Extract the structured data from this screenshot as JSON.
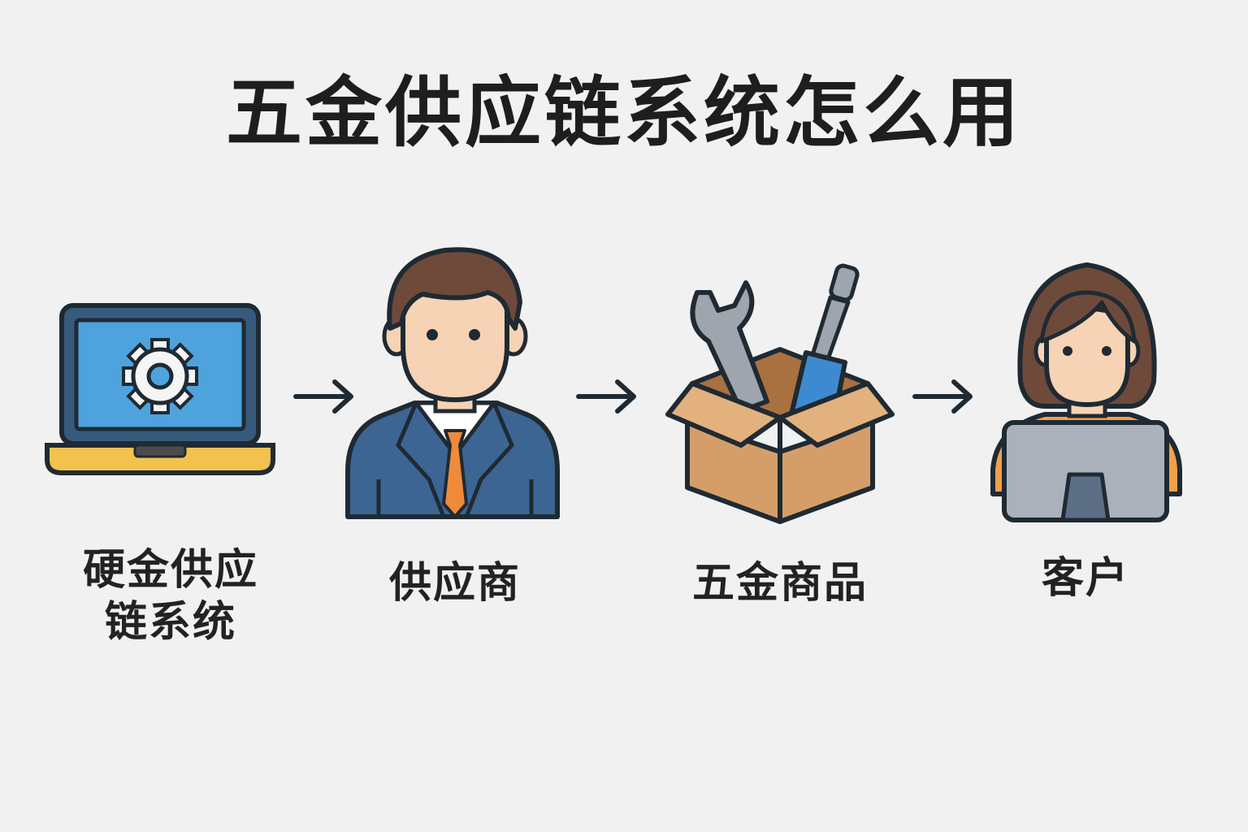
{
  "title": "五金供应链系统怎么用",
  "steps": [
    {
      "icon": "laptop-gear-icon",
      "label_lines": [
        "硬金供应",
        "链系统"
      ]
    },
    {
      "icon": "supplier-businessman-icon",
      "label_lines": [
        "供应商"
      ]
    },
    {
      "icon": "hardware-box-tools-icon",
      "label_lines": [
        "五金商品"
      ]
    },
    {
      "icon": "customer-at-computer-icon",
      "label_lines": [
        "客户"
      ]
    }
  ],
  "colors": {
    "background": "#f1f1f1",
    "outline": "#1f2a33",
    "screen_blue": "#4ea3dd",
    "laptop_frame": "#365a7c",
    "laptop_base": "#f2c14e",
    "suit": "#3c6594",
    "tie": "#ef8a3a",
    "skin": "#f6d3b4",
    "hair": "#6e4a3b",
    "box": "#d59e69",
    "tool_gray": "#9ea5ad",
    "tool_blue": "#3e8ad0",
    "customer_screen": "#aab1bb",
    "customer_shirt": "#f2a04b"
  }
}
